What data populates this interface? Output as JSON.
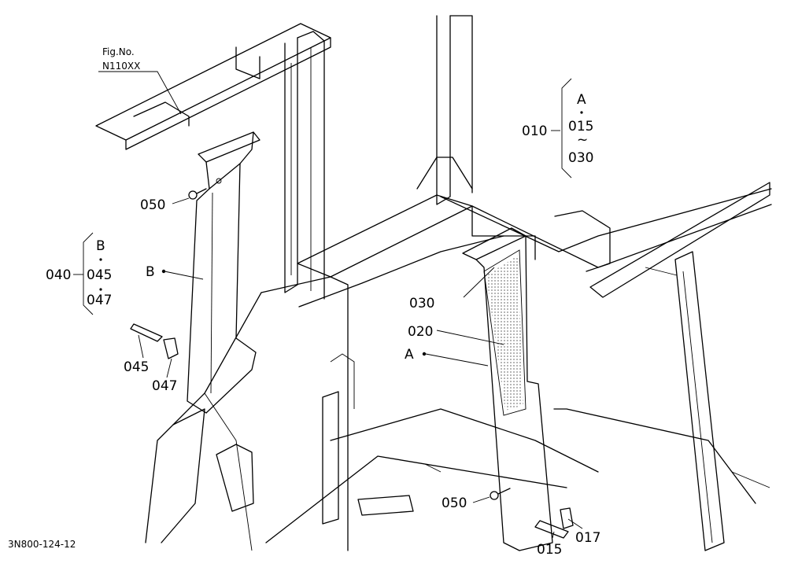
{
  "figure": {
    "fig_caption": "Fig.No.",
    "fig_number": "N110XX",
    "drawing_code": "3N800-124-12"
  },
  "callouts": {
    "p050_top": "050",
    "p050_bottom": "050",
    "p030": "030",
    "p020": "020",
    "p045": "045",
    "p047": "047",
    "p015": "015",
    "p017": "017",
    "label_a": "A",
    "label_b": "B"
  },
  "group_a": {
    "parent": "010",
    "items": [
      "A",
      "015",
      "030"
    ]
  },
  "group_b": {
    "parent": "040",
    "items": [
      "B",
      "045",
      "047"
    ]
  }
}
